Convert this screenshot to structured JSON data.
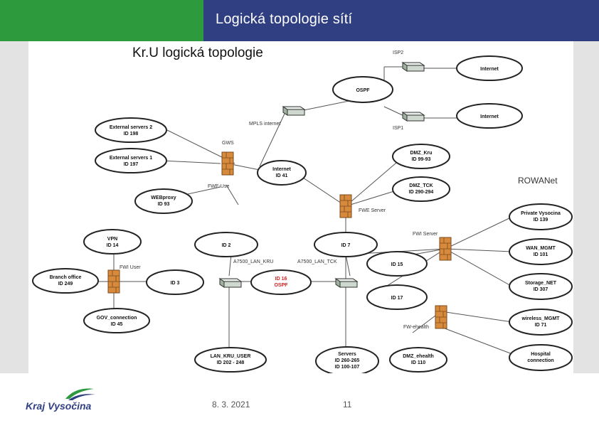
{
  "header": {
    "title": "Logická topologie sítí"
  },
  "diagram": {
    "title": "Kr.U logická topologie",
    "rowanet": "ROWANet",
    "clouds": {
      "internet_top": "Internet",
      "ospf_top": "OSPF",
      "internet_mid": "Internet",
      "ext2_l1": "External servers 2",
      "ext2_l2": "ID 198",
      "ext1_l1": "External servers 1",
      "ext1_l2": "ID 197",
      "internet41_l1": "Internet",
      "internet41_l2": "ID 41",
      "dmzkru_l1": "DMZ_Kru",
      "dmzkru_l2": "ID 99-93",
      "dmztck_l1": "DMZ_TCK",
      "dmztck_l2": "ID 290-294",
      "webproxy_l1": "WEBproxy",
      "webproxy_l2": "ID 93",
      "private_l1": "Private Vysocina",
      "private_l2": "ID 139",
      "vpn_l1": "VPN",
      "vpn_l2": "ID 14",
      "id2": "ID 2",
      "id7": "ID 7",
      "wan_l1": "WAN_MGMT",
      "wan_l2": "ID 101",
      "id15": "ID 15",
      "branch_l1": "Branch office",
      "branch_l2": "ID 249",
      "id3": "ID 3",
      "id16_l1": "ID 16",
      "id16_l2": "OSPF",
      "storage_l1": "Storage_NET",
      "storage_l2": "ID 307",
      "id17": "ID 17",
      "wireless_l1": "wireless_MGMT",
      "wireless_l2": "ID 71",
      "gov_l1": "GOV_connection",
      "gov_l2": "ID 45",
      "hospital_l1": "Hospital",
      "hospital_l2": "connection",
      "lankru_l1": "LAN_KRU_USER",
      "lankru_l2": "ID 202 - 248",
      "servers_l1": "Servers",
      "servers_l2": "ID 260-265",
      "servers_l3": "ID 100-107",
      "dmzeh_l1": "DMZ_ehealth",
      "dmzeh_l2": "ID 110"
    },
    "labels": {
      "isp2": "ISP2",
      "isp1": "ISP1",
      "mpls": "MPLS internet",
      "gws": "GWS",
      "fwe_use": "FWE-Use",
      "fwe_server": "FWE Server",
      "fwi_server": "FWI Server",
      "fwi_user": "FWI User",
      "a7500_kru": "A7500_LAN_KRU",
      "a7500_tck": "A7500_LAN_TCK",
      "fw_ehealth": "FW-ehealth"
    },
    "colors": {
      "cloud_stroke": "#222222",
      "firewall": "#d88a3c",
      "router": "#cfd8cf",
      "highlight": "#d42020"
    }
  },
  "footer": {
    "date": "8. 3. 2021",
    "page": "11",
    "logo": "Kraj Vysočina"
  }
}
